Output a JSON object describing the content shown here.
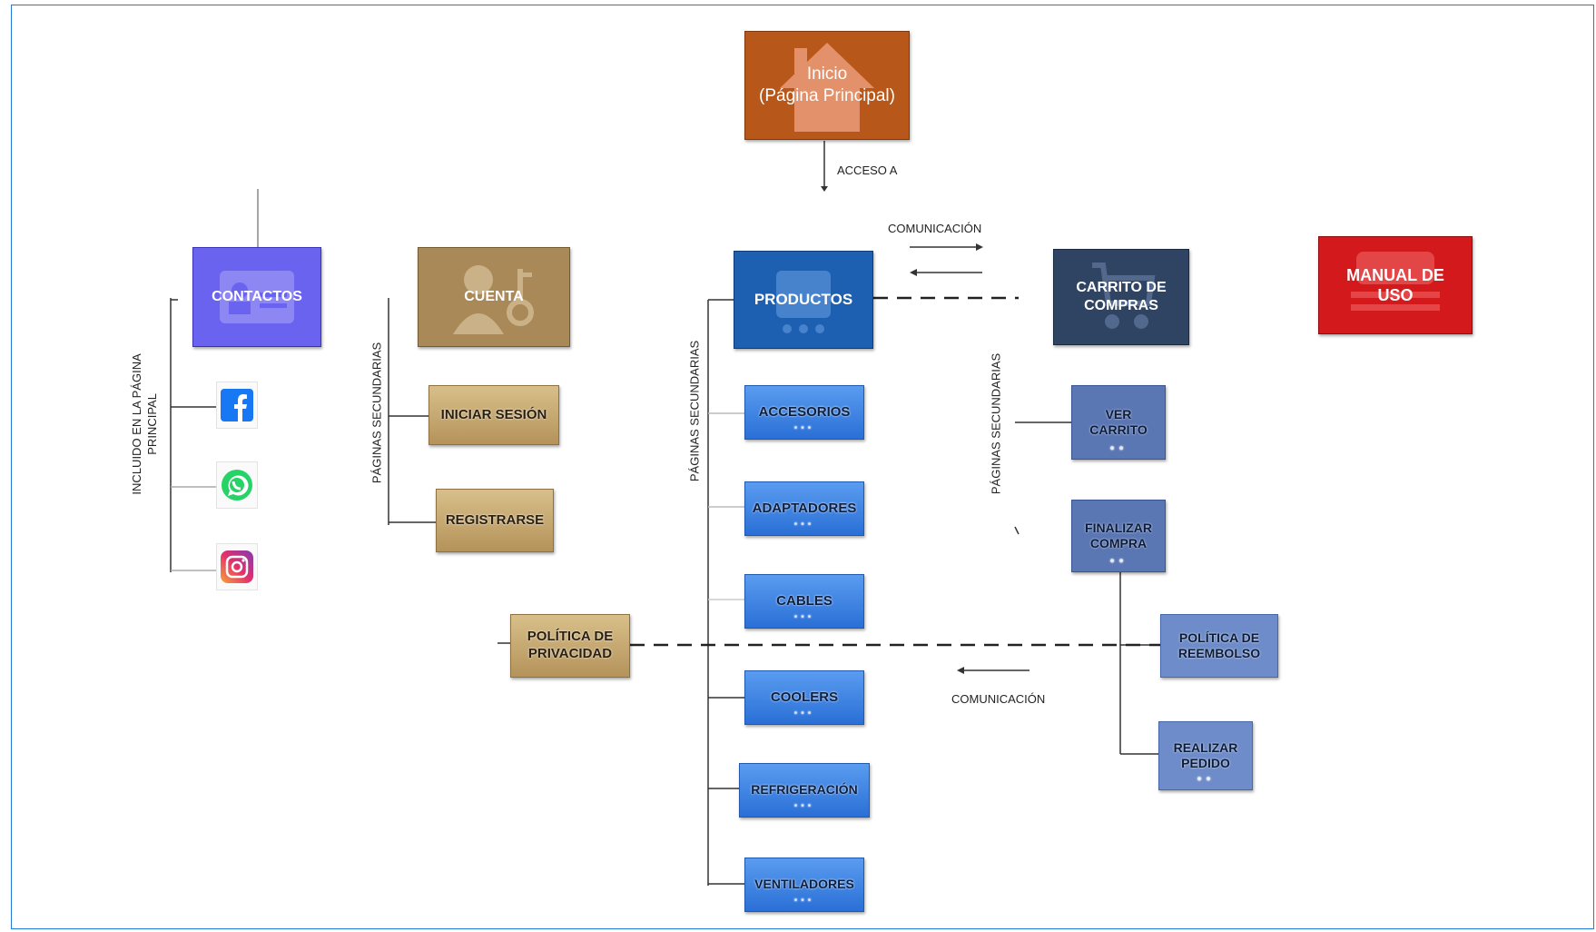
{
  "nodes": {
    "inicio": {
      "line1": "Inicio",
      "line2": "(Página Principal)"
    },
    "productos": "PRODUCTOS",
    "carrito": "CARRITO DE COMPRAS",
    "manual": "MANUAL DE USO",
    "contactos": "CONTACTOS",
    "cuenta": "CUENTA",
    "iniciar_sesion": "INICIAR SESIÓN",
    "registrarse": "REGISTRARSE",
    "politica_privacidad": "POLÍTICA DE PRIVACIDAD",
    "accesorios": "ACCESORIOS",
    "adaptadores": "ADAPTADORES",
    "cables": "CABLES",
    "coolers": "COOLERS",
    "refrigeracion": "REFRIGERACIÓN",
    "ventiladores": "VENTILADORES",
    "ver_carrito": "VER CARRITO",
    "finalizar_compra": "FINALIZAR COMPRA",
    "politica_reembolso": "POLÍTICA DE REEMBOLSO",
    "realizar_pedido": "REALIZAR PEDIDO"
  },
  "labels": {
    "acceso": "ACCESO A",
    "comunicacion_top": "COMUNICACIÓN",
    "comunicacion_bottom": "COMUNICACIÓN",
    "incluido": "INCLUIDO EN LA PÁGINA PRINCIPAL",
    "paginas_secundarias_cuenta": "PÁGINAS SECUNDARIAS",
    "paginas_secundarias_productos": "PÁGINAS SECUNDARIAS",
    "paginas_secundarias_carrito": "PÁGINAS SECUNDARIAS"
  },
  "social_icons": [
    "facebook-icon",
    "whatsapp-icon",
    "instagram-icon"
  ],
  "colors": {
    "inicio": "#b8571a",
    "productos": "#1d5fb0",
    "carrito": "#2f4363",
    "manual": "#d3191c",
    "contactos": "#6a63f0",
    "cuenta": "#a88957"
  }
}
